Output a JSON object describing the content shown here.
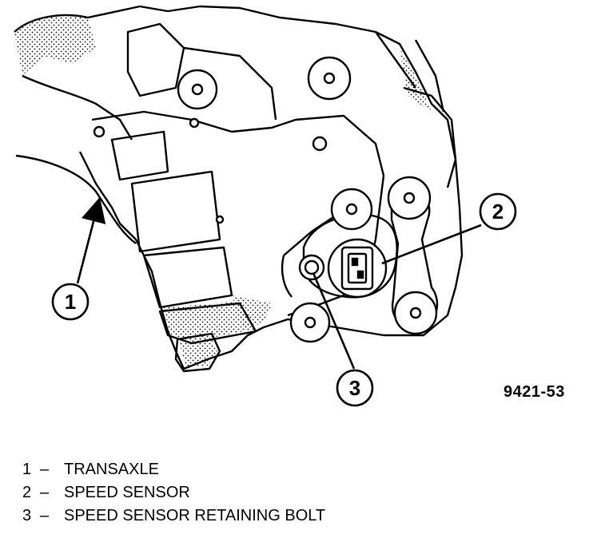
{
  "figure": {
    "id_label": "9421-53",
    "callouts": [
      {
        "number": "1"
      },
      {
        "number": "2"
      },
      {
        "number": "3"
      }
    ]
  },
  "legend": [
    {
      "number": "1",
      "separator": "–",
      "text": "TRANSAXLE"
    },
    {
      "number": "2",
      "separator": "–",
      "text": "SPEED SENSOR"
    },
    {
      "number": "3",
      "separator": "–",
      "text": "SPEED SENSOR RETAINING BOLT"
    }
  ]
}
